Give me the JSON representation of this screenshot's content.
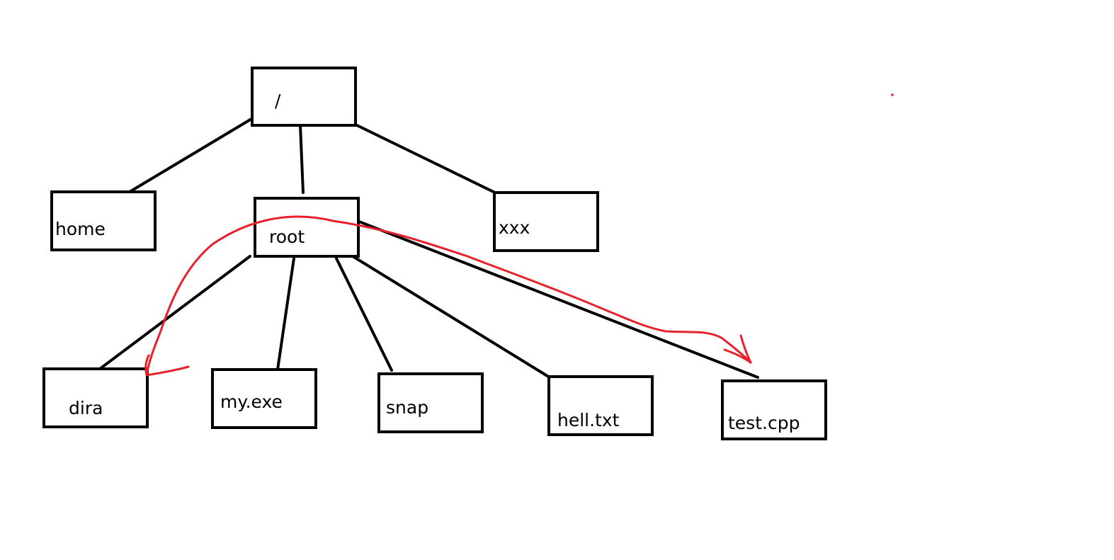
{
  "nodes": {
    "root_dir": {
      "label": "/"
    },
    "home": {
      "label": "home"
    },
    "root": {
      "label": "root"
    },
    "xxx": {
      "label": "xxx"
    },
    "dira": {
      "label": "dira"
    },
    "my_exe": {
      "label": "my.exe"
    },
    "snap": {
      "label": "snap"
    },
    "hell_txt": {
      "label": "hell.txt"
    },
    "test_cpp": {
      "label": "test.cpp"
    }
  },
  "colors": {
    "line": "#000000",
    "annotation": "#e8202a"
  }
}
